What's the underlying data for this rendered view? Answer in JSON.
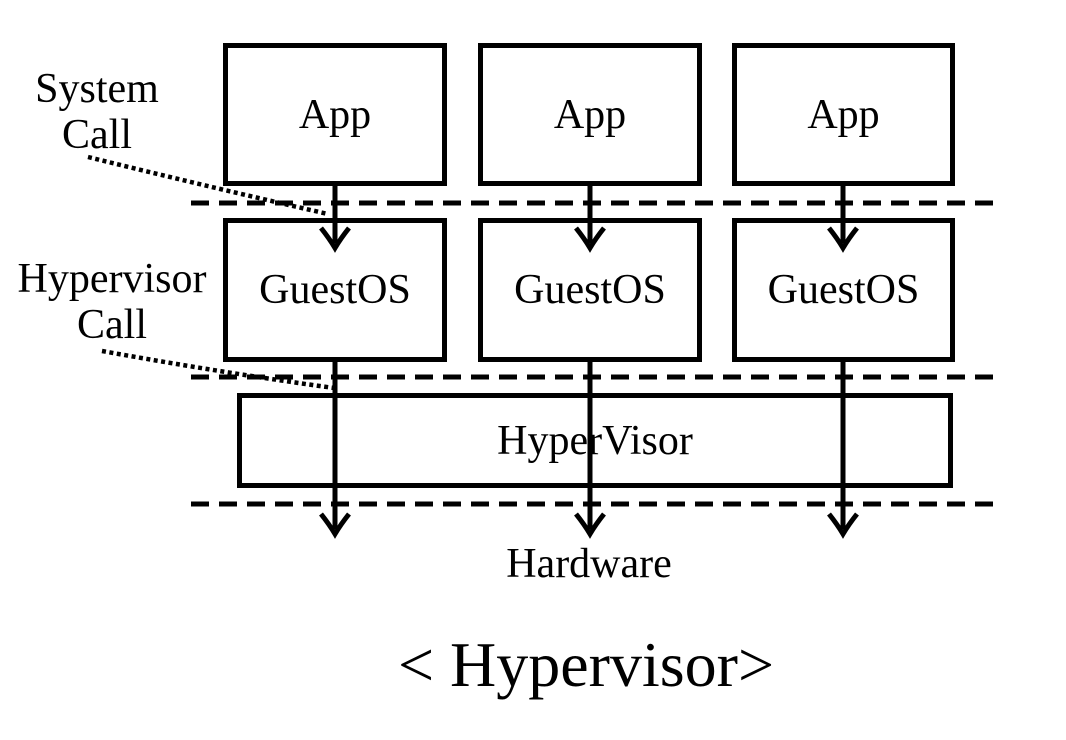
{
  "boxes": {
    "apps": [
      "App",
      "App",
      "App"
    ],
    "guests": [
      "GuestOS",
      "GuestOS",
      "GuestOS"
    ],
    "hypervisor": "HyperVisor"
  },
  "labels": {
    "system_call": {
      "line1": "System",
      "line2": "Call"
    },
    "hypervisor_call": {
      "line1": "Hypervisor",
      "line2": "Call"
    },
    "hardware": "Hardware"
  },
  "caption": "< Hypervisor>",
  "colors": {
    "ink": "#000000",
    "background": "#ffffff"
  }
}
